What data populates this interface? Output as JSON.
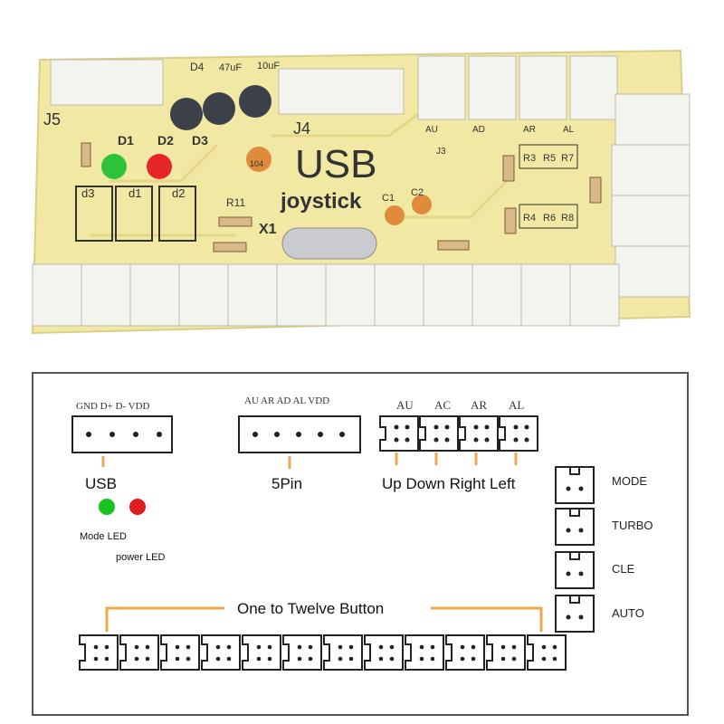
{
  "board": {
    "silk_usb": "USB",
    "silk_joystick": "joystick",
    "ref_j4": "J4",
    "ref_j5": "J5",
    "ref_x1": "X1",
    "ref_d1": "D1",
    "ref_d2": "D2",
    "ref_d3": "D3",
    "ref_d4": "D4",
    "ref_r11": "R11",
    "ref_c1": "C1",
    "ref_c2": "C2",
    "label_d1_lower": "d1",
    "label_d2_lower": "d2",
    "label_d3_lower": "d3",
    "header_au": "AU",
    "header_ad": "AD",
    "header_ar": "AR",
    "header_al": "AL",
    "ref_j3": "J3",
    "resistors": [
      "R3",
      "R5",
      "R7",
      "R4",
      "R6",
      "R8"
    ],
    "cap_text": "47uF",
    "cap_text2": "10uF",
    "cap_104": "104"
  },
  "diagram": {
    "usb_pins": "GND D+ D- VDD",
    "usb_label": "USB",
    "pin5_pins": "AU AR AD AL VDD",
    "pin5_label": "5Pin",
    "dir_headers": [
      "AU",
      "AC",
      "AR",
      "AL"
    ],
    "dir_label": "Up Down Right Left",
    "mode_led": "Mode LED",
    "power_led": "power LED",
    "side_labels": [
      "MODE",
      "TURBO",
      "CLE",
      "AUTO"
    ],
    "buttons_label": "One to Twelve Button",
    "colors": {
      "green_led": "#17c41f",
      "red_led": "#e01b1b",
      "bracket": "#f0a94a",
      "board": "#f1e8a4"
    }
  }
}
